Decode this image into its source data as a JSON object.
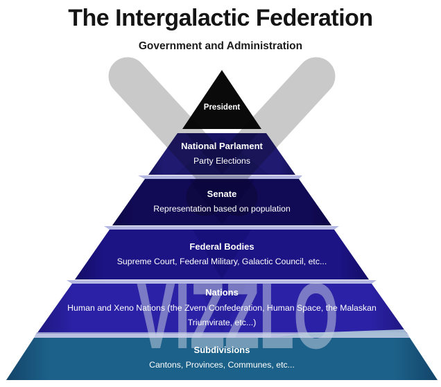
{
  "title": "The Intergalactic Federation",
  "subtitle": "Government and Administration",
  "watermark": {
    "wordmark": "VIZZLO",
    "logo_icon": "vizzlo-v-icon",
    "logo_color": "#c9c9c9",
    "wordmark_color": "#c9d3e4"
  },
  "chart_data": {
    "type": "pyramid",
    "title": "The Intergalactic Federation",
    "subtitle": "Government and Administration",
    "orientation": "apex-top",
    "levels": [
      {
        "label": "President",
        "description": "",
        "color": "#0a0a0a",
        "text_color": "#ffffff"
      },
      {
        "label": "National Parlament",
        "description": "Party Elections",
        "color": "#201a70",
        "text_color": "#ffffff"
      },
      {
        "label": "Senate",
        "description": "Representation based on population",
        "color": "#110a55",
        "text_color": "#ffffff"
      },
      {
        "label": "Federal Bodies",
        "description": "Supreme Court, Federal Military, Galactic Council, etc...",
        "color": "#1c1384",
        "text_color": "#ffffff"
      },
      {
        "label": "Nations",
        "description": "Human and Xeno Nations (the Zvern Confederation, Human Space, the Malaskan Triumvirate, etc...)",
        "color": "#2b21a6",
        "text_color": "#ffffff"
      },
      {
        "label": "Subdivisions",
        "description": "Cantons, Provinces, Communes, etc...",
        "color": "#1c6189",
        "text_color": "#ffffff"
      }
    ]
  }
}
